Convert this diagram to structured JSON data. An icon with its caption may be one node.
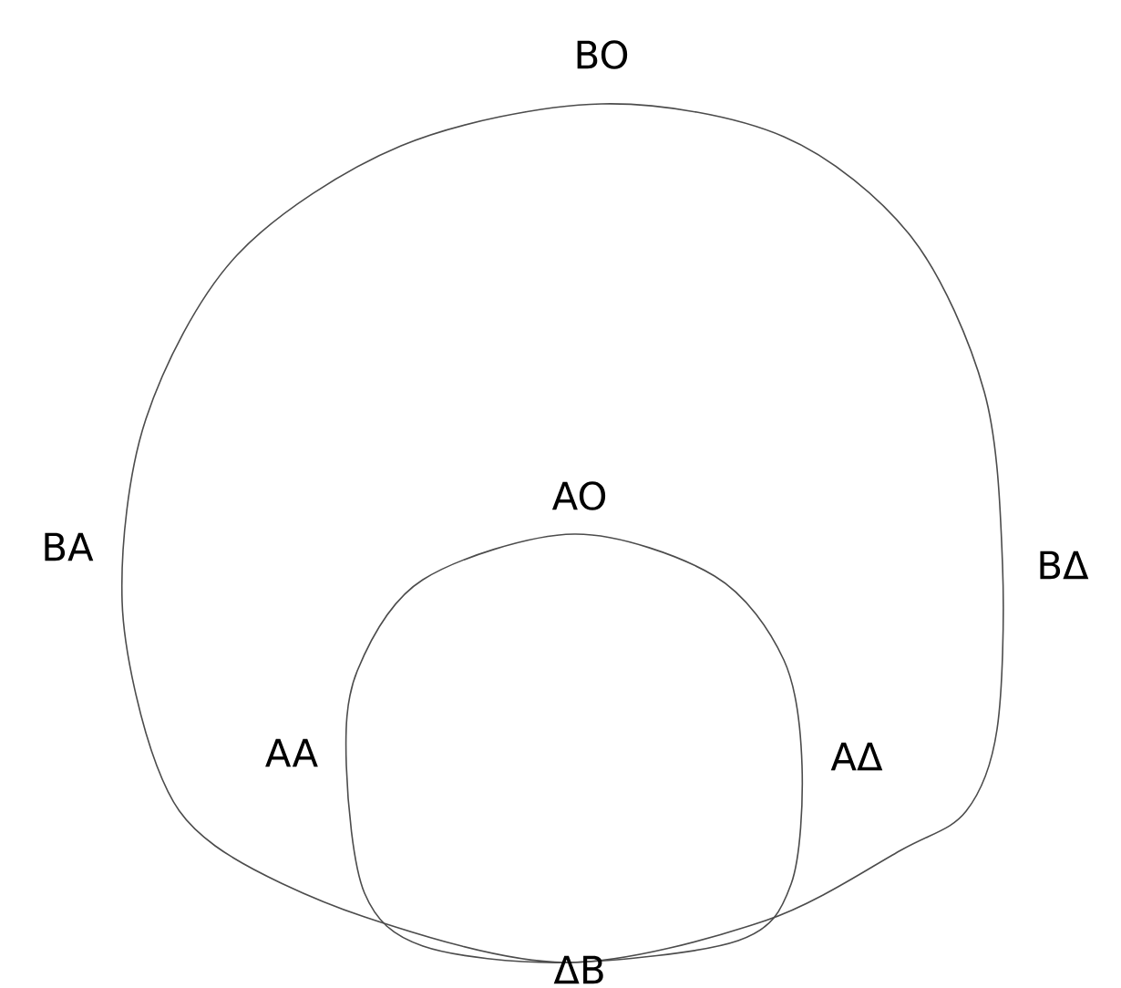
{
  "diagram": {
    "labels": [
      "BO",
      "AO",
      "BA",
      "BΔ",
      "AA",
      "AΔ",
      "ΔB"
    ]
  }
}
